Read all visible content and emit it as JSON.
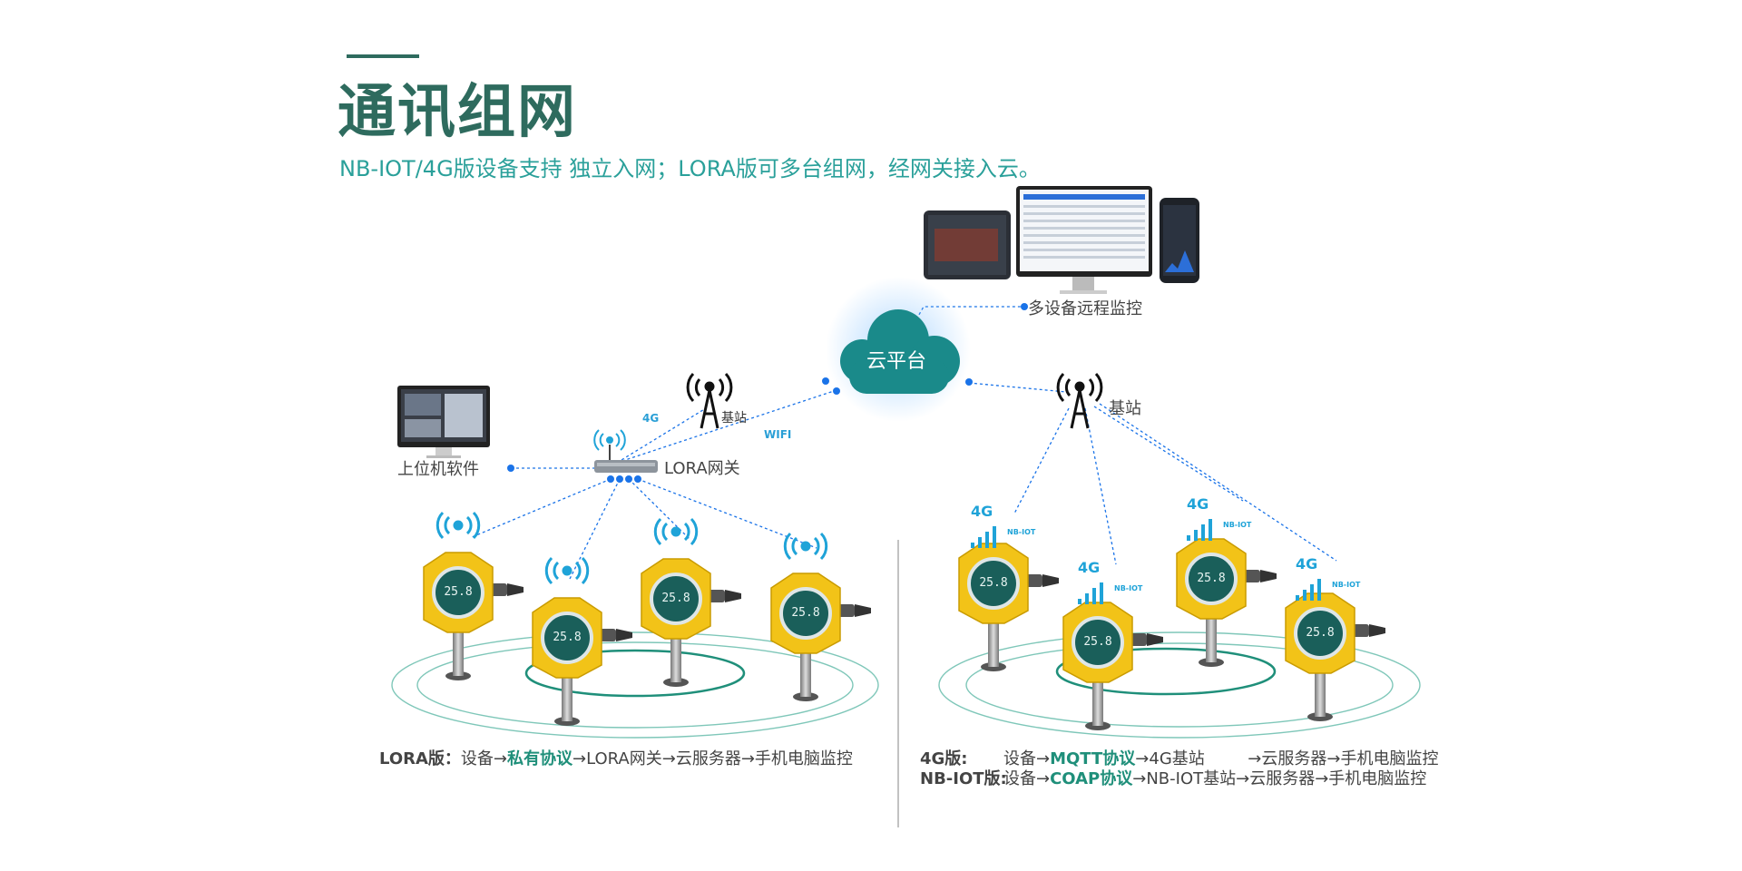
{
  "page": {
    "title": "通讯组网",
    "subtitle": "NB-IOT/4G版设备支持 独立入网；LORA版可多台组网，经网关接入云。"
  },
  "nodes": {
    "cloud": "云平台",
    "remote_monitor": "多设备远程监控",
    "host_software": "上位机软件",
    "lora_gateway": "LORA网关",
    "base_station_left": "基站",
    "base_station_right": "基站"
  },
  "links": {
    "left_4g": "4G",
    "left_wifi": "WIFI"
  },
  "sensors": {
    "signal_4g": "4G",
    "nbiot": "NB-IOT",
    "display_value": "25.8"
  },
  "flows": {
    "lora": {
      "prefix": "LORA版：",
      "a": "设备→",
      "protocol": "私有协议",
      "b": "→LORA网关→云服务器→手机电脑监控"
    },
    "g4": {
      "prefix": "4G版:",
      "a": "设备→",
      "protocol": "MQTT协议",
      "b": "→4G基站",
      "c": "→云服务器→手机电脑监控"
    },
    "nbiot": {
      "prefix": "NB-IOT版:",
      "a": "设备→",
      "protocol": "COAP协议",
      "b": "→NB-IOT基站",
      "c": "→云服务器→手机电脑监控"
    }
  },
  "colors": {
    "brand": "#2e6b5e",
    "teal": "#1f8f7a",
    "link": "#1a73e8",
    "sensor": "#f2c318",
    "signal": "#1fa3d8"
  }
}
